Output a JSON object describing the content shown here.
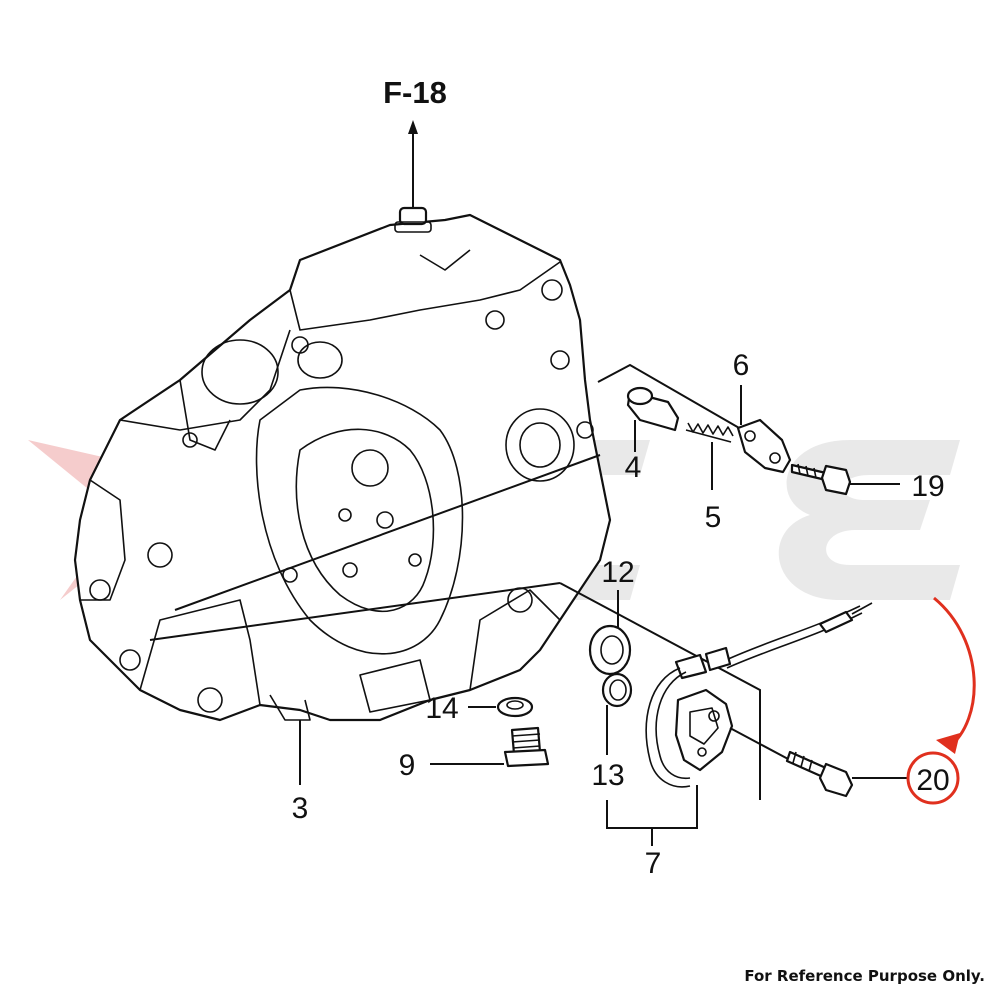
{
  "diagram": {
    "reference": "F-18",
    "footer": "For Reference Purpose Only.",
    "callouts": [
      {
        "id": "p3",
        "label": "3"
      },
      {
        "id": "p4",
        "label": "4"
      },
      {
        "id": "p5",
        "label": "5"
      },
      {
        "id": "p6",
        "label": "6"
      },
      {
        "id": "p7",
        "label": "7"
      },
      {
        "id": "p9",
        "label": "9"
      },
      {
        "id": "p12",
        "label": "12"
      },
      {
        "id": "p13",
        "label": "13"
      },
      {
        "id": "p14",
        "label": "14"
      },
      {
        "id": "p19",
        "label": "19"
      },
      {
        "id": "p20",
        "label": "20"
      }
    ],
    "colors": {
      "ink": "#111111",
      "highlight": "#e0301e",
      "watermark": "#e6e6e6",
      "watermark_star": "#f2c4c4"
    }
  }
}
